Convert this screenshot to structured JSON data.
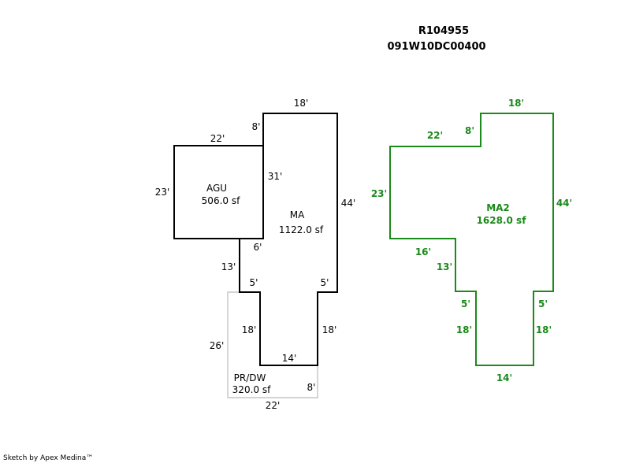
{
  "header": {
    "record_id": "R104955",
    "parcel_number": "091W10DC00400"
  },
  "footer": {
    "credit": "Sketch by Apex Medina™"
  },
  "colors": {
    "outline": "#000000",
    "porch": "#bbbbbb",
    "ma2": "#1a8a1a"
  },
  "sketch_left": {
    "agu": {
      "name": "AGU",
      "area": "506.0 sf"
    },
    "ma": {
      "name": "MA",
      "area": "1122.0 sf"
    },
    "prdw": {
      "name": "PR/DW",
      "area": "320.0 sf"
    },
    "dims": {
      "top_18": "18'",
      "step_8": "8'",
      "agu_top_22": "22'",
      "agu_left_23": "23'",
      "inner_31": "31'",
      "right_44": "44'",
      "inner_6": "6'",
      "left_13": "13'",
      "notch_left_5": "5'",
      "notch_right_5": "5'",
      "porch_26": "26'",
      "leg_left_18": "18'",
      "leg_right_18": "18'",
      "bottom_14": "14'",
      "porch_8": "8'",
      "porch_22": "22'"
    }
  },
  "sketch_right": {
    "ma2": {
      "name": "MA2",
      "area": "1628.0 sf"
    },
    "dims": {
      "top_18": "18'",
      "left_22": "22'",
      "step_8": "8'",
      "left_23": "23'",
      "right_44": "44'",
      "inner_16": "16'",
      "inner_13": "13'",
      "notch_left_5": "5'",
      "notch_right_5": "5'",
      "leg_left_18": "18'",
      "leg_right_18": "18'",
      "bottom_14": "14'"
    }
  }
}
